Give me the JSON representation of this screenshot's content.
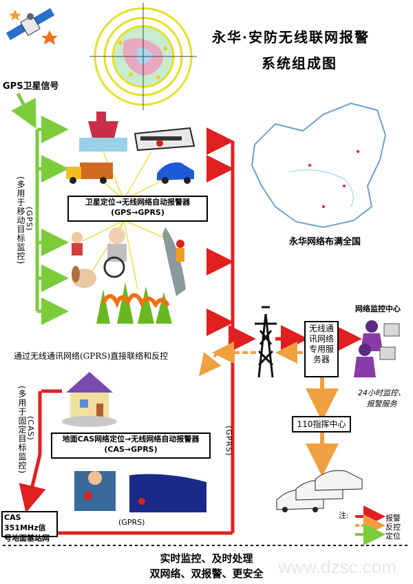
{
  "title": {
    "line1": "永华·安防无线联网报警",
    "line2": "系统组成图"
  },
  "gps_label": "GPS卫星信号",
  "china_map_caption": "永华网络布满全国",
  "vehicle_box": {
    "line1": "卫星定位→无线网络自动报警器",
    "line2": "(GPS→GPRS)"
  },
  "left_top_note": "(多用于移动目标监控)",
  "left_top_note_code": "(GPS)",
  "direct_link": "通过无线通讯网络(GPRS)直接联络和反控",
  "left_bottom_note": "(多用于固定目标监控)",
  "left_bottom_note_code": "(CAS)",
  "cas_box": {
    "line1": "地面CAS网络定位→无线网络自动报警器",
    "line2": "(CAS→GPRS)"
  },
  "cas_station": {
    "line1": "CAS 351MHz信",
    "line2": "号地面基站网"
  },
  "gprs_label_vertical": "(GPRS)",
  "gprs_label_bottom": "(GPRS)",
  "server_box": {
    "line1": "无线通",
    "line2": "讯网络",
    "line3": "专用服",
    "line4": "务器"
  },
  "monitor_center": "网络监控中心",
  "monitor_service": {
    "line1": "24小时监控、",
    "line2": "报警服务"
  },
  "command_center": "110指挥中心",
  "legend": {
    "title": "注:",
    "items": [
      {
        "label": "报警",
        "color": "#e02020"
      },
      {
        "label": "反控",
        "color": "#f0a040"
      },
      {
        "label": "定位",
        "color": "#7ccc3a"
      }
    ]
  },
  "bottom": {
    "line1": "实时监控、及时处理",
    "line2": "双网络、双报警、更安全"
  },
  "watermark": "www.dzsc.com",
  "colors": {
    "alarm": "#e02020",
    "control": "#f0a040",
    "locate": "#7ccc3a"
  }
}
